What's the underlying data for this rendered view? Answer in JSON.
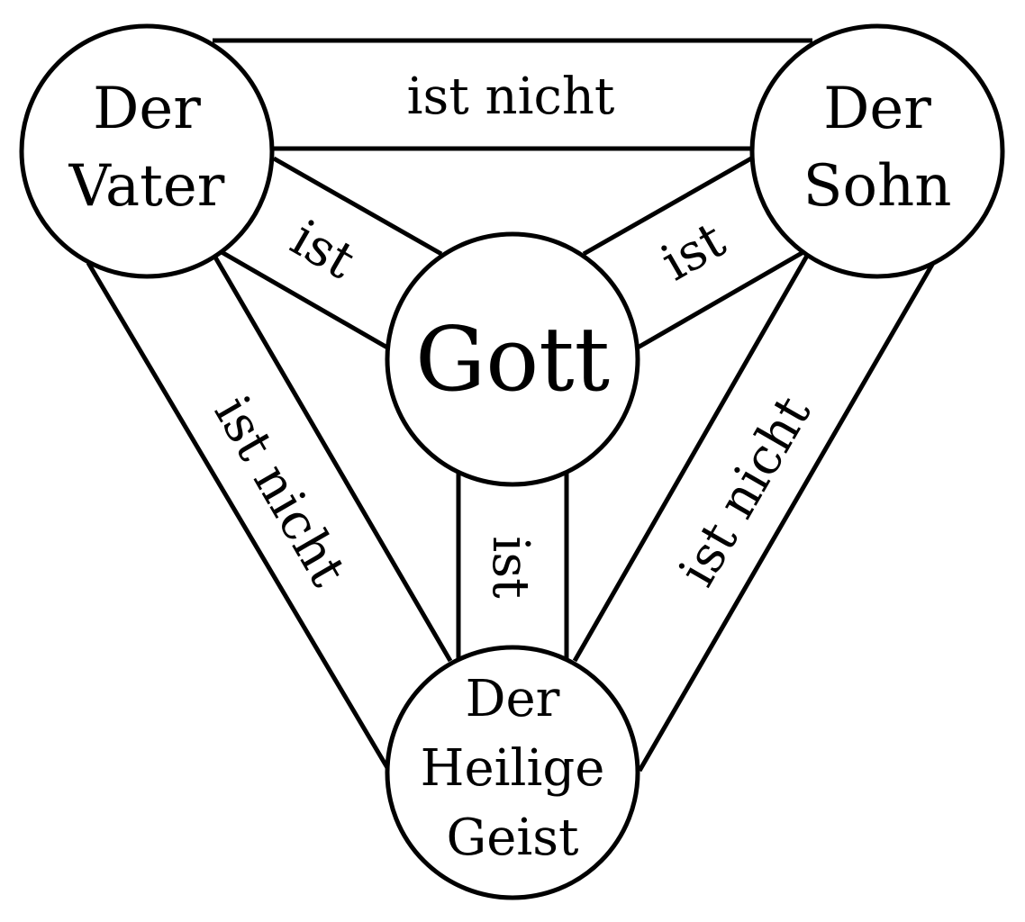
{
  "nodes": {
    "vater": {
      "lines": [
        "Der",
        "Vater"
      ]
    },
    "sohn": {
      "lines": [
        "Der",
        "Sohn"
      ]
    },
    "geist": {
      "lines": [
        "Der",
        "Heilige",
        "Geist"
      ]
    },
    "gott": {
      "label": "Gott"
    }
  },
  "edges": {
    "vater_sohn": "ist nicht",
    "vater_geist": "ist nicht",
    "sohn_geist": "ist nicht",
    "vater_gott": "ist",
    "sohn_gott": "ist",
    "geist_gott": "ist"
  },
  "colors": {
    "stroke": "#000000",
    "background": "#ffffff"
  }
}
